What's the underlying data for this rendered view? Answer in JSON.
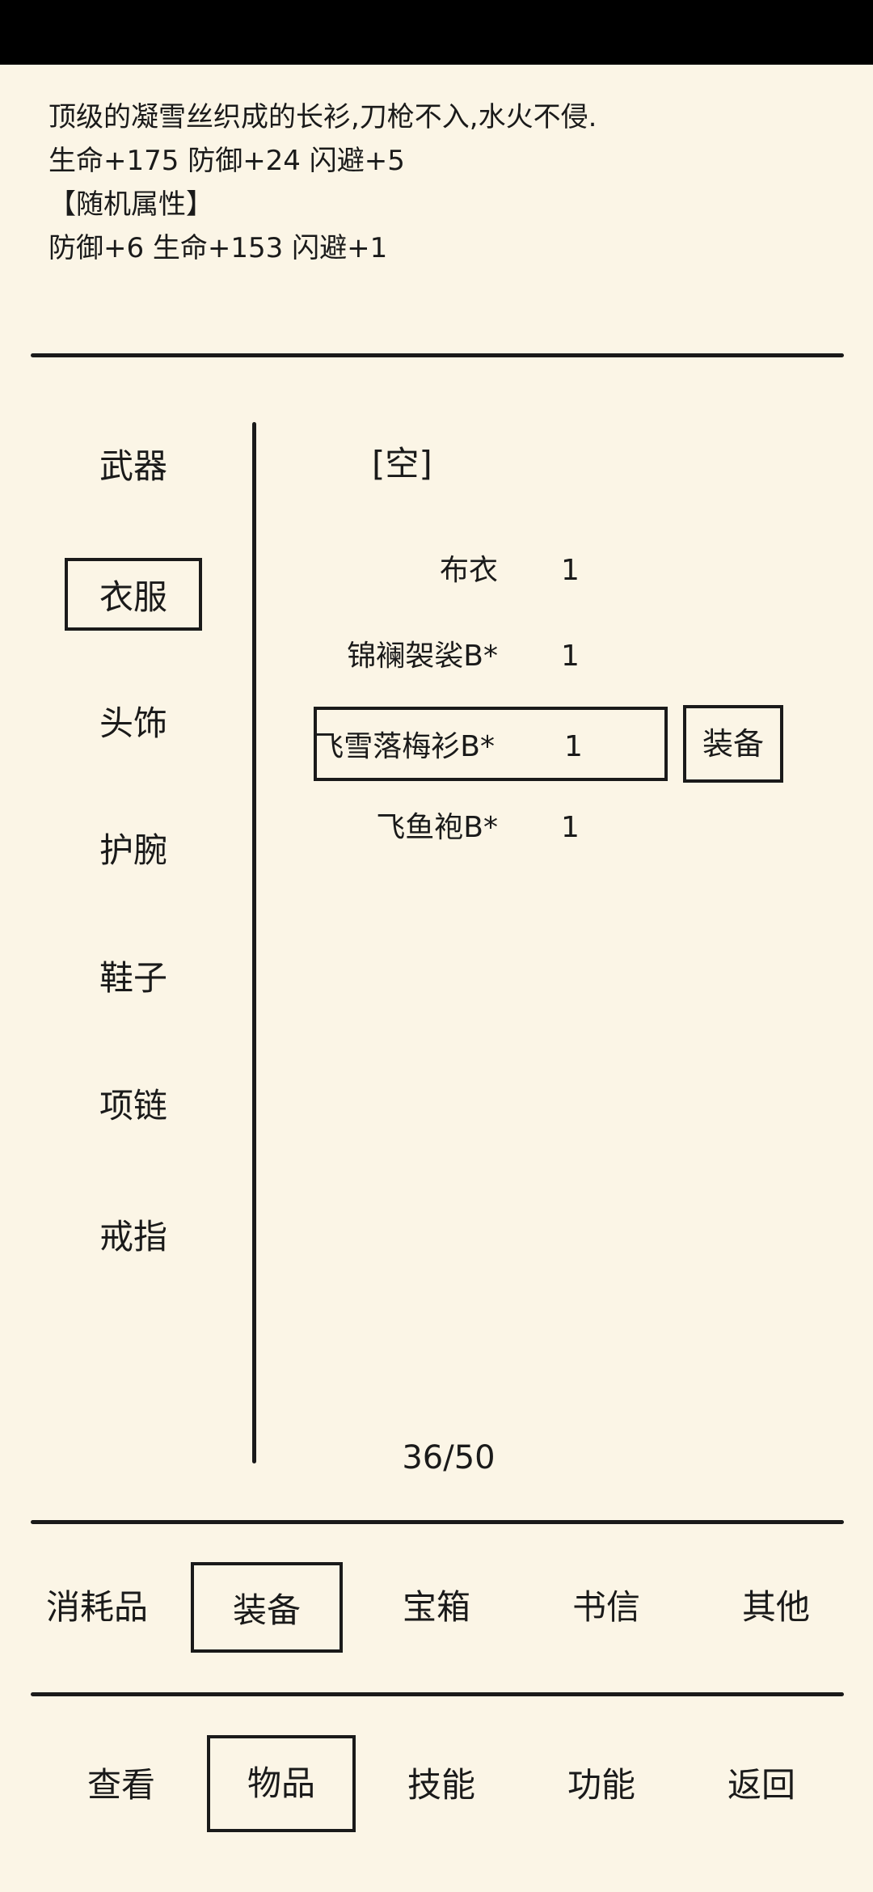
{
  "description": {
    "lines": [
      "顶级的凝雪丝织成的长衫,刀枪不入,水火不侵.",
      "生命+175 防御+24 闪避+5",
      "【随机属性】",
      "防御+6 生命+153 闪避+1"
    ]
  },
  "categories": [
    {
      "label": "武器",
      "selected": false
    },
    {
      "label": "衣服",
      "selected": true
    },
    {
      "label": "头饰",
      "selected": false
    },
    {
      "label": "护腕",
      "selected": false
    },
    {
      "label": "鞋子",
      "selected": false
    },
    {
      "label": "项链",
      "selected": false
    },
    {
      "label": "戒指",
      "selected": false
    }
  ],
  "items": {
    "empty_label": "[空]",
    "list": [
      {
        "name": "布衣",
        "count": "1",
        "selected": false
      },
      {
        "name": "锦襕袈裟B*",
        "count": "1",
        "selected": false
      },
      {
        "name": "飞雪落梅衫B*",
        "count": "1",
        "selected": true
      },
      {
        "name": "飞鱼袍B*",
        "count": "1",
        "selected": false
      }
    ],
    "equip_label": "装备",
    "page": "36/50"
  },
  "sub_tabs": [
    {
      "label": "消耗品",
      "selected": false
    },
    {
      "label": "装备",
      "selected": true
    },
    {
      "label": "宝箱",
      "selected": false
    },
    {
      "label": "书信",
      "selected": false
    },
    {
      "label": "其他",
      "selected": false
    }
  ],
  "main_tabs": [
    {
      "label": "查看",
      "selected": false
    },
    {
      "label": "物品",
      "selected": true
    },
    {
      "label": "技能",
      "selected": false
    },
    {
      "label": "功能",
      "selected": false
    },
    {
      "label": "返回",
      "selected": false
    }
  ],
  "colors": {
    "background": "#fbf5e6",
    "ink": "#1a1a1a"
  }
}
